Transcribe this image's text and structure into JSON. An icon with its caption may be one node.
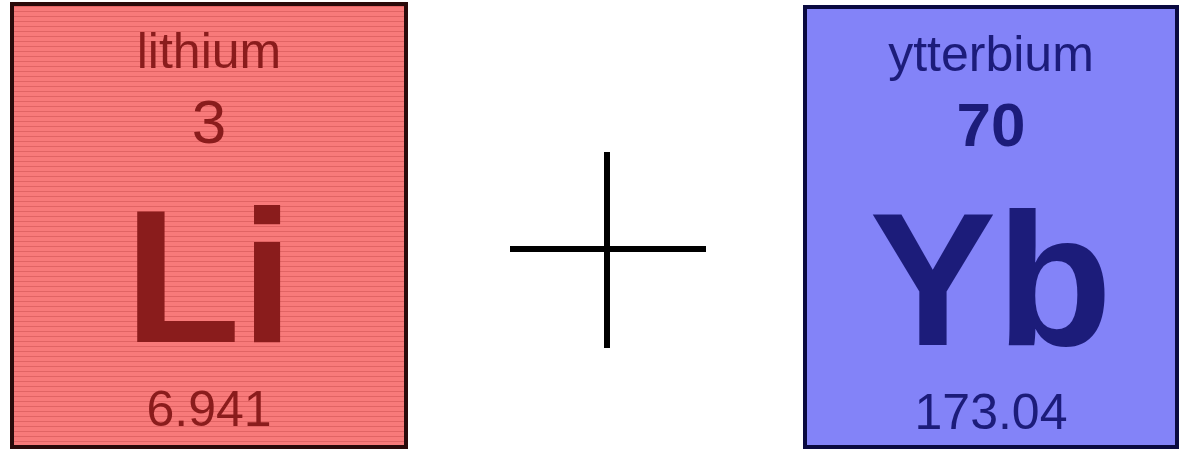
{
  "diagram": {
    "nodes": [
      {
        "text": [
          "lithium",
          "3",
          "Li",
          "6.941"
        ]
      },
      {
        "text": [
          "ytterbium",
          "70",
          "Yb",
          "173.04"
        ]
      }
    ]
  }
}
